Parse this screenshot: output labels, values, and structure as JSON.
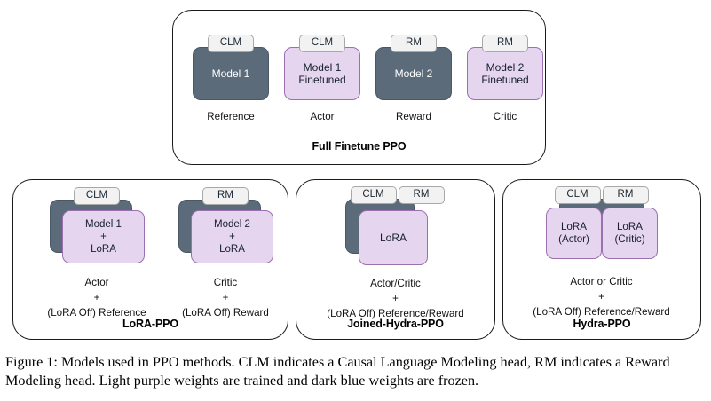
{
  "figure": {
    "caption": "Figure 1: Models used in PPO methods.  CLM indicates a Causal Language Modeling head, RM indicates a Reward Modeling head. Light purple weights are trained and dark blue weights are frozen."
  },
  "colors": {
    "frozen_dark_blue": "#5b6b7a",
    "trained_light_purple": "#e6d5ee",
    "trained_border_purple": "#9b6fb0",
    "head_tag_bg": "#f2f2f2",
    "panel_border": "#1a1a1a"
  },
  "panels": [
    {
      "id": "full-finetune-ppo",
      "title": "Full Finetune PPO",
      "models": [
        {
          "head": "CLM",
          "box_text": "Model 1",
          "box_style": "frozen",
          "role": "Reference"
        },
        {
          "head": "CLM",
          "box_text": "Model 1\nFinetuned",
          "box_style": "trained",
          "role": "Actor"
        },
        {
          "head": "RM",
          "box_text": "Model 2",
          "box_style": "frozen",
          "role": "Reward"
        },
        {
          "head": "RM",
          "box_text": "Model 2\nFinetuned",
          "box_style": "trained",
          "role": "Critic"
        }
      ]
    },
    {
      "id": "lora-ppo",
      "title": "LoRA-PPO",
      "models": [
        {
          "head": "CLM",
          "box_text": "Model 1\n+\nLoRA",
          "box_style": "stacked",
          "role": "Actor\n+\n(LoRA Off) Reference"
        },
        {
          "head": "RM",
          "box_text": "Model 2\n+\nLoRA",
          "box_style": "stacked",
          "role": "Critic\n+\n(LoRA Off) Reward"
        }
      ]
    },
    {
      "id": "joined-hydra-ppo",
      "title": "Joined-Hydra-PPO",
      "models": [
        {
          "heads": [
            "CLM",
            "RM"
          ],
          "box_text": "LoRA",
          "box_style": "stacked",
          "role": "Actor/Critic\n+\n(LoRA Off) Reference/Reward"
        }
      ]
    },
    {
      "id": "hydra-ppo",
      "title": "Hydra-PPO",
      "models": [
        {
          "heads": [
            "CLM",
            "RM"
          ],
          "boxes": [
            "LoRA\n(Actor)",
            "LoRA\n(Critic)"
          ],
          "box_style": "twin-trained",
          "role": "Actor or Critic\n+\n(LoRA Off) Reference/Reward"
        }
      ]
    }
  ],
  "full": {
    "title": "Full Finetune PPO",
    "m0": {
      "head": "CLM",
      "line1": "Model 1",
      "line2": "",
      "role": "Reference"
    },
    "m1": {
      "head": "CLM",
      "line1": "Model 1",
      "line2": "Finetuned",
      "role": "Actor"
    },
    "m2": {
      "head": "RM",
      "line1": "Model 2",
      "line2": "",
      "role": "Reward"
    },
    "m3": {
      "head": "RM",
      "line1": "Model 2",
      "line2": "Finetuned",
      "role": "Critic"
    }
  },
  "lora": {
    "title": "LoRA-PPO",
    "m0": {
      "head": "CLM",
      "line1": "Model 1",
      "line2": "+",
      "line3": "LoRA",
      "role1": "Actor",
      "role2": "+",
      "role3": "(LoRA Off) Reference"
    },
    "m1": {
      "head": "RM",
      "line1": "Model 2",
      "line2": "+",
      "line3": "LoRA",
      "role1": "Critic",
      "role2": "+",
      "role3": "(LoRA Off) Reward"
    }
  },
  "joined": {
    "title": "Joined-Hydra-PPO",
    "head1": "CLM",
    "head2": "RM",
    "box_text": "LoRA",
    "role1": "Actor/Critic",
    "role2": "+",
    "role3": "(LoRA Off) Reference/Reward"
  },
  "hydra": {
    "title": "Hydra-PPO",
    "head1": "CLM",
    "head2": "RM",
    "box1_line1": "LoRA",
    "box1_line2": "(Actor)",
    "box2_line1": "LoRA",
    "box2_line2": "(Critic)",
    "role1": "Actor or Critic",
    "role2": "+",
    "role3": "(LoRA Off) Reference/Reward"
  }
}
